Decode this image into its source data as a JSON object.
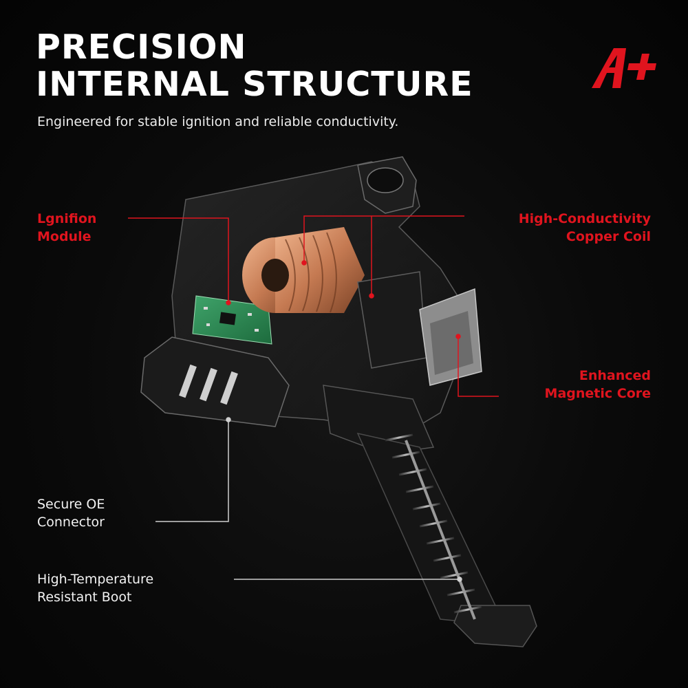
{
  "header": {
    "title_line1": "PRECISION",
    "title_line2": "INTERNAL STRUCTURE",
    "subtitle": "Engineered for stable ignition and reliable conductivity."
  },
  "brand": {
    "logo": "A+ logo mark",
    "accent_color": "#e0141e"
  },
  "callouts": {
    "ignition_module": {
      "line1": "Lgnifion",
      "line2": "Module"
    },
    "copper_coil": {
      "line1": "High-Conductivity",
      "line2": "Copper Coil"
    },
    "magnetic_core": {
      "line1": "Enhanced",
      "line2": "Magnetic Core"
    },
    "oe_connector": {
      "line1": "Secure OE",
      "line2": "Connector"
    },
    "boot": {
      "line1": "High-Temperature",
      "line2": "Resistant Boot"
    }
  }
}
